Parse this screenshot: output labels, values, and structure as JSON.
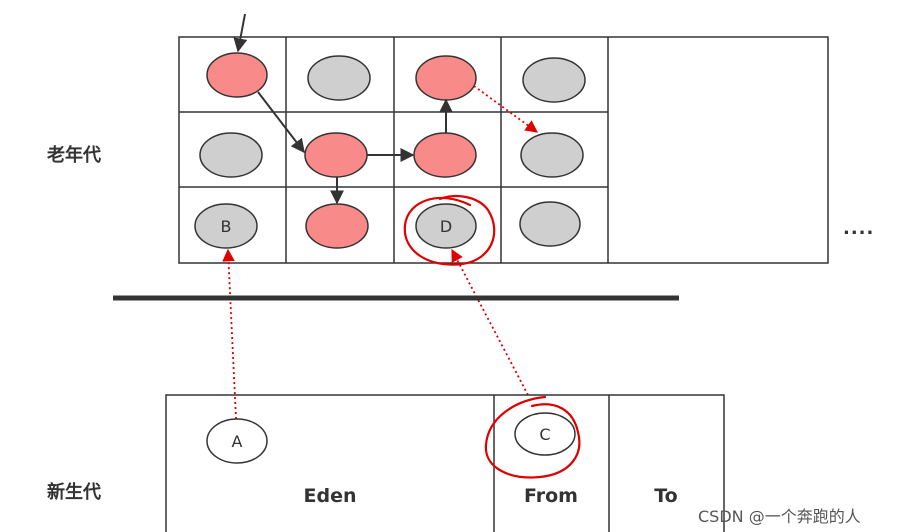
{
  "labels": {
    "old_generation": "老年代",
    "young_generation": "新生代",
    "ellipsis": "....",
    "watermark": "CSDN @一个奔跑的人"
  },
  "young_regions": {
    "eden": "Eden",
    "from": "From",
    "to": "To"
  },
  "objects": {
    "a": "A",
    "b": "B",
    "c": "C",
    "d": "D"
  },
  "colors": {
    "live_object": "#f98a8a",
    "dead_object": "#cfcfcf",
    "grid_line": "#333333",
    "reference_arrow": "#333333",
    "cross_gen_reference": "#e00000",
    "annotation": "#e00000"
  }
}
